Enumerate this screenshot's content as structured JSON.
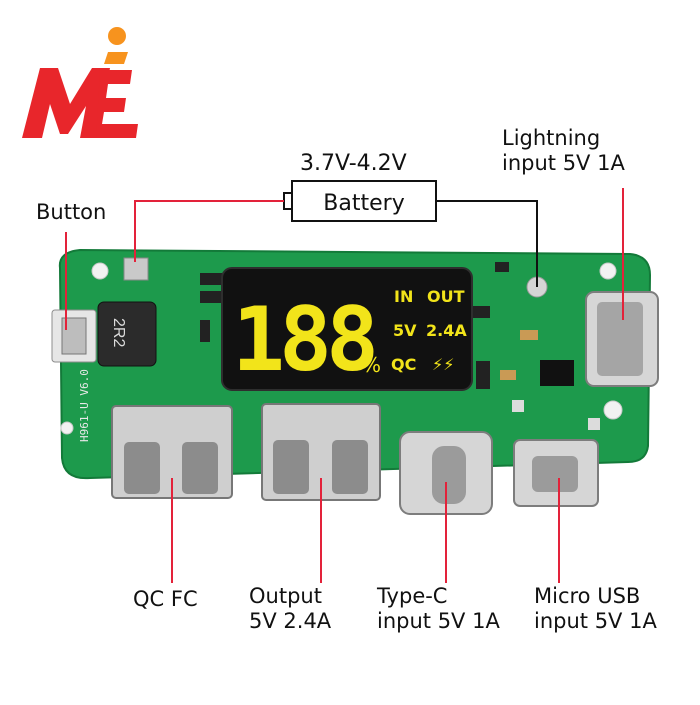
{
  "colors": {
    "pcb": "#1d9a4c",
    "pcb_dark": "#137a39",
    "callout_line": "#e3223a",
    "lcd_bg": "#111111",
    "lcd_digit": "#f2e41a",
    "logo_red": "#e8262b",
    "logo_orange": "#f7931e"
  },
  "logo": {
    "text": "ME"
  },
  "battery": {
    "voltage_label": "3.7V-4.2V",
    "label": "Battery"
  },
  "lcd": {
    "digits": "188",
    "percent": "%",
    "in": "IN",
    "out": "OUT",
    "volt": "5V",
    "amp": "2.4A",
    "qc": "QC",
    "bolt": "⚡⚡"
  },
  "inductor_marking": "2R2",
  "board_marking": "H961-U V6.0",
  "callouts": {
    "button": "Button",
    "lightning": {
      "line1": "Lightning",
      "line2": "input 5V 1A"
    },
    "qc_fc": "QC FC",
    "output": {
      "line1": "Output",
      "line2": "5V 2.4A"
    },
    "typec": {
      "line1": "Type-C",
      "line2": "input 5V 1A"
    },
    "micro_usb": {
      "line1": "Micro USB",
      "line2": "input 5V 1A"
    }
  }
}
